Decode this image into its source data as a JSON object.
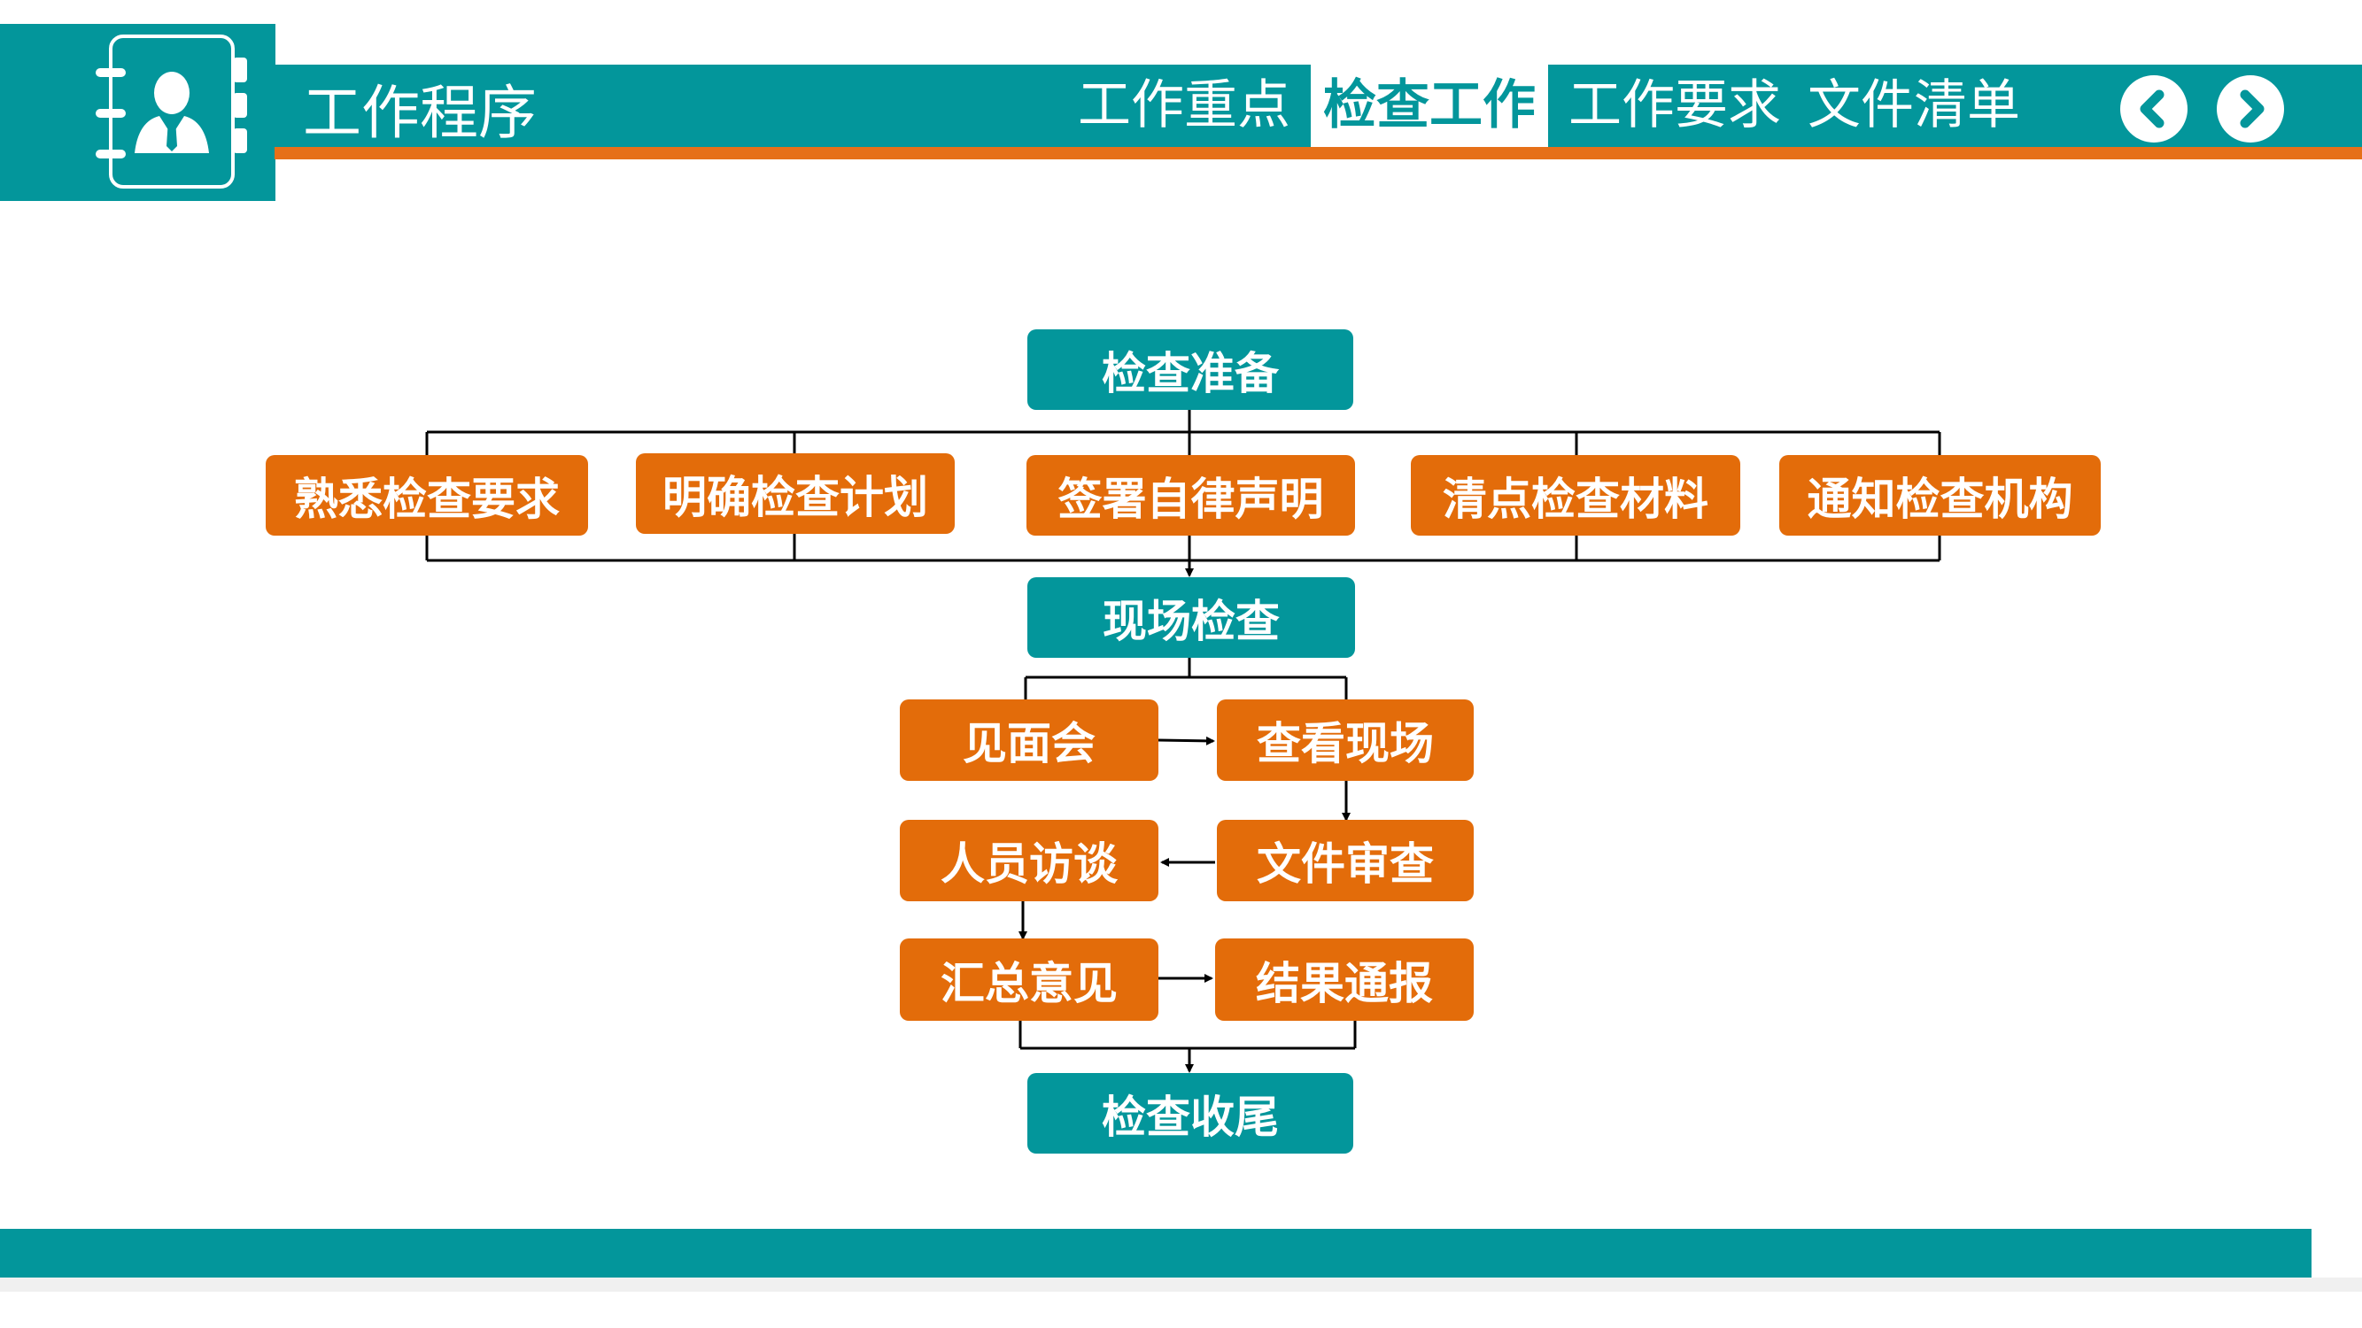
{
  "header": {
    "title": "工作程序",
    "tabs": [
      {
        "label": "工作重点",
        "active": false
      },
      {
        "label": "检查工作",
        "active": true
      },
      {
        "label": "工作要求",
        "active": false
      },
      {
        "label": "文件清单",
        "active": false
      }
    ],
    "prev_icon": "chevron-left-icon",
    "next_icon": "chevron-right-icon",
    "logo_icon": "contact-book-icon"
  },
  "colors": {
    "teal": "#03969b",
    "orange": "#e67019",
    "box_orange": "#e36c0a"
  },
  "flow": {
    "prepare": "检查准备",
    "prep_steps": [
      "熟悉检查要求",
      "明确检查计划",
      "签署自律声明",
      "清点检查材料",
      "通知检查机构"
    ],
    "onsite": "现场检查",
    "onsite_steps": {
      "meeting": "见面会",
      "view_site": "查看现场",
      "doc_review": "文件审查",
      "interview": "人员访谈",
      "summary": "汇总意见",
      "report": "结果通报"
    },
    "closing": "检查收尾"
  }
}
